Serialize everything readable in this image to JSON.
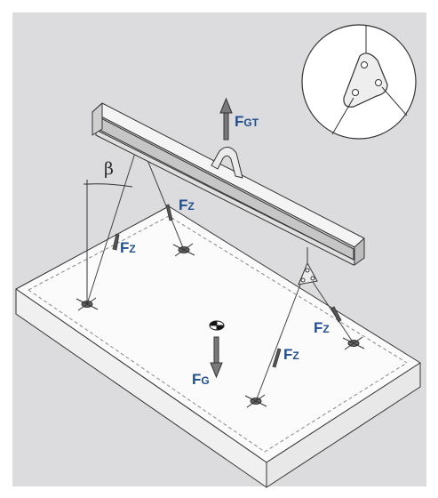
{
  "labels": {
    "beam_force": {
      "main": "F",
      "sub": "GT"
    },
    "sling_force_left_front": {
      "main": "F",
      "sub": "Z"
    },
    "sling_force_left_rear": {
      "main": "F",
      "sub": "Z"
    },
    "sling_force_right_rear": {
      "main": "F",
      "sub": "Z"
    },
    "sling_force_right_front": {
      "main": "F",
      "sub": "Z"
    },
    "weight_force": {
      "main": "F",
      "sub": "G"
    },
    "sling_angle": "β"
  },
  "colors": {
    "panel_background": "#dcdcde",
    "label_blue": "#1f4f8f",
    "line": "#333333",
    "slab_top": "#fbfbfb",
    "slab_side": "#f0f0f0"
  },
  "icons": {
    "lift_arrow": "arrow-up-icon",
    "weight_arrow": "arrow-down-icon",
    "center_of_gravity": "center-of-gravity-icon",
    "plate_detail": "lifting-plate-detail-icon"
  }
}
